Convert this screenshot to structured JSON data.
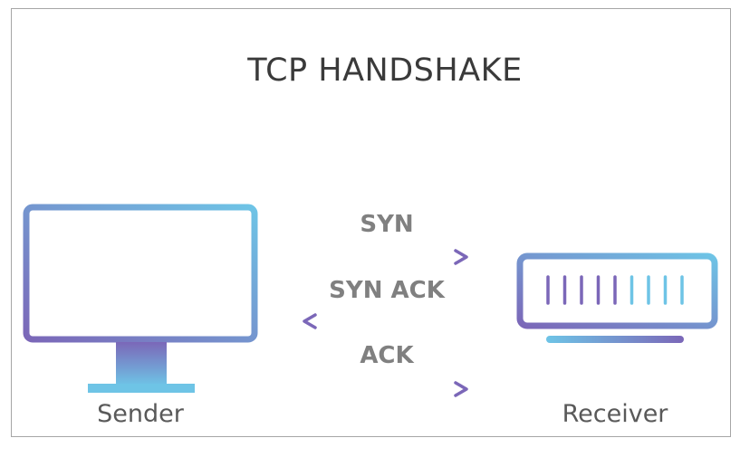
{
  "title": "TCP HANDSHAKE",
  "sender": {
    "label": "Sender",
    "icon": "monitor-icon"
  },
  "receiver": {
    "label": "Receiver",
    "icon": "server-icon"
  },
  "messages": [
    {
      "label": "SYN",
      "direction": "sender-to-receiver"
    },
    {
      "label": "SYN ACK",
      "direction": "receiver-to-sender"
    },
    {
      "label": "ACK",
      "direction": "sender-to-receiver"
    }
  ],
  "colors": {
    "gradient_start": "#7b67b8",
    "gradient_end": "#6ec4e6",
    "frame": "#a6a6a6",
    "title_text": "#3a3a3a",
    "message_text": "#808080",
    "node_text": "#595959"
  }
}
